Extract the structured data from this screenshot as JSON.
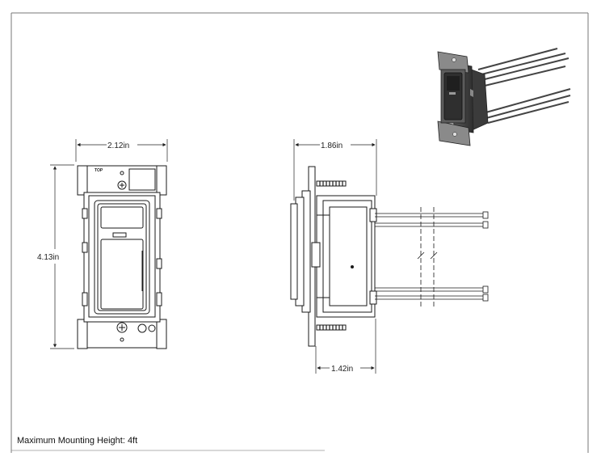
{
  "drawing": {
    "front_view": {
      "width_label": "2.12in",
      "height_label": "4.13in",
      "top_marking": "TOP"
    },
    "side_view": {
      "depth_label": "1.86in",
      "body_depth_label": "1.42in"
    },
    "note": "Maximum Mounting Height: 4ft"
  },
  "colors": {
    "line": "#1a1a1a",
    "device_fill": "#ffffff",
    "render_dark": "#3a3a3a",
    "render_mid": "#7a7a7a"
  }
}
